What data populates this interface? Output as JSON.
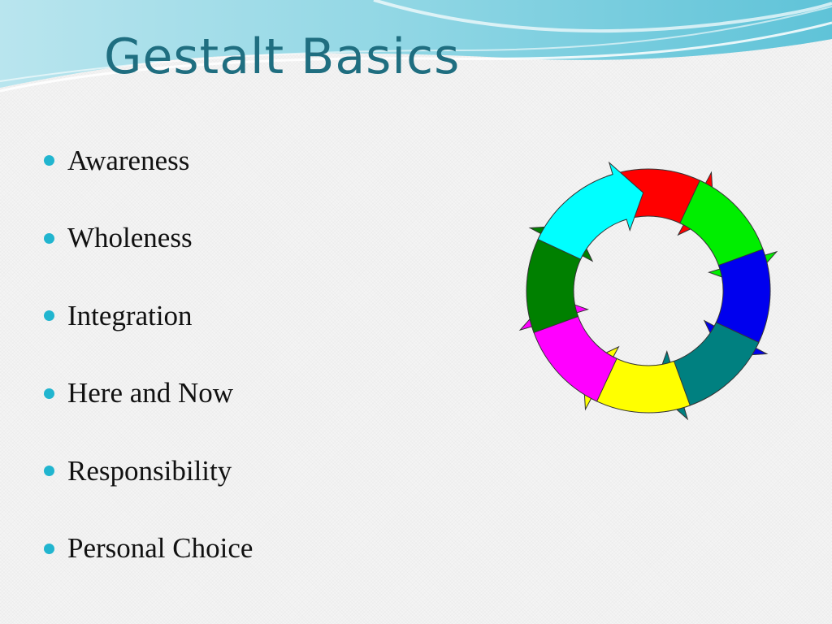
{
  "slide": {
    "title": "Gestalt Basics",
    "bullets": [
      {
        "label": "Awareness"
      },
      {
        "label": "Wholeness"
      },
      {
        "label": "Integration"
      },
      {
        "label": "Here and Now"
      },
      {
        "label": "Responsibility"
      },
      {
        "label": "Personal Choice"
      }
    ],
    "bullet_icon": "circle-bullet-icon"
  },
  "colors": {
    "title": "#1f6e80",
    "bullet": "#21b5cf",
    "wave": "#7fd0df"
  },
  "cycle_diagram": {
    "icon": "circular-arrows-icon",
    "arrow_colors": [
      "#ff0000",
      "#00ee00",
      "#0000ee",
      "#008080",
      "#ffff00",
      "#ff00ff",
      "#008000",
      "#00ffff"
    ]
  }
}
